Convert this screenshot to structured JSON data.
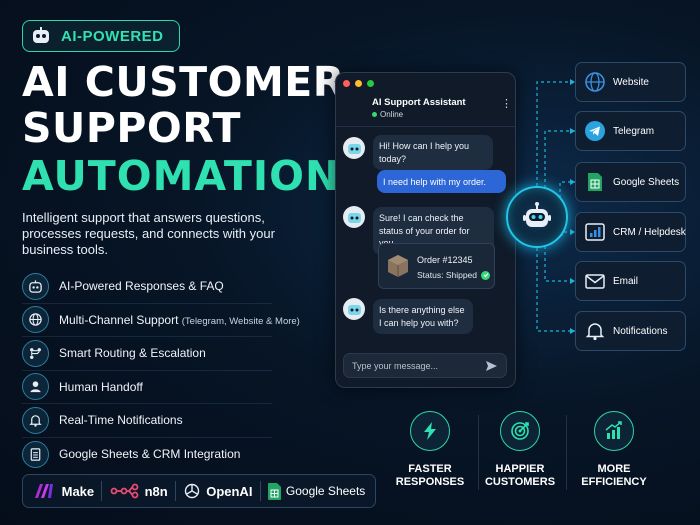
{
  "badge": {
    "label": "AI-POWERED",
    "icon": "robot-icon"
  },
  "headline": {
    "line1": "AI CUSTOMER",
    "line2": "SUPPORT",
    "line3": "AUTOMATION"
  },
  "intro": "Intelligent support that answers questions, processes requests, and connects with your business tools.",
  "features": [
    {
      "label": "AI-Powered Responses & FAQ",
      "note": "",
      "icon": "robot-icon"
    },
    {
      "label": "Multi-Channel Support",
      "note": "(Telegram, Website & More)",
      "icon": "globe-icon"
    },
    {
      "label": "Smart Routing & Escalation",
      "note": "",
      "icon": "routing-icon"
    },
    {
      "label": "Human Handoff",
      "note": "",
      "icon": "person-icon"
    },
    {
      "label": "Real-Time Notifications",
      "note": "",
      "icon": "bell-icon"
    },
    {
      "label": "Google Sheets & CRM Integration",
      "note": "",
      "icon": "sheet-icon"
    }
  ],
  "tools": [
    {
      "label": "Make",
      "icon": "make-logo-icon"
    },
    {
      "label": "n8n",
      "icon": "n8n-logo-icon"
    },
    {
      "label": "OpenAI",
      "icon": "openai-logo-icon"
    },
    {
      "label": "Google Sheets",
      "icon": "google-sheets-icon"
    }
  ],
  "chat": {
    "title": "AI Support Assistant",
    "status": "Online",
    "messages": [
      {
        "from": "bot",
        "text": "Hi! How can I help you today?"
      },
      {
        "from": "user",
        "text": "I need help with my order."
      },
      {
        "from": "bot",
        "text": "Sure! I can check the status of your order for you."
      },
      {
        "from": "bot",
        "text": "Is there anything else I can help you with?"
      }
    ],
    "order": {
      "title": "Order #12345",
      "status": "Status: Shipped"
    },
    "input_placeholder": "Type your message..."
  },
  "channels": [
    {
      "label": "Website",
      "icon": "globe-icon"
    },
    {
      "label": "Telegram",
      "icon": "telegram-icon"
    },
    {
      "label": "Google Sheets",
      "icon": "google-sheets-icon"
    },
    {
      "label": "CRM / Helpdesk",
      "icon": "crm-chart-icon"
    },
    {
      "label": "Email",
      "icon": "mail-icon"
    },
    {
      "label": "Notifications",
      "icon": "bell-icon"
    }
  ],
  "benefits": [
    {
      "line1": "FASTER",
      "line2": "RESPONSES",
      "icon": "lightning-icon"
    },
    {
      "line1": "HAPPIER",
      "line2": "CUSTOMERS",
      "icon": "target-icon"
    },
    {
      "line1": "MORE",
      "line2": "EFFICIENCY",
      "icon": "growth-chart-icon"
    }
  ],
  "colors": {
    "accent": "#2fe0b0",
    "user_bubble": "#2d66d6",
    "hub_glow": "#1fc7e8",
    "background": "#071526"
  }
}
